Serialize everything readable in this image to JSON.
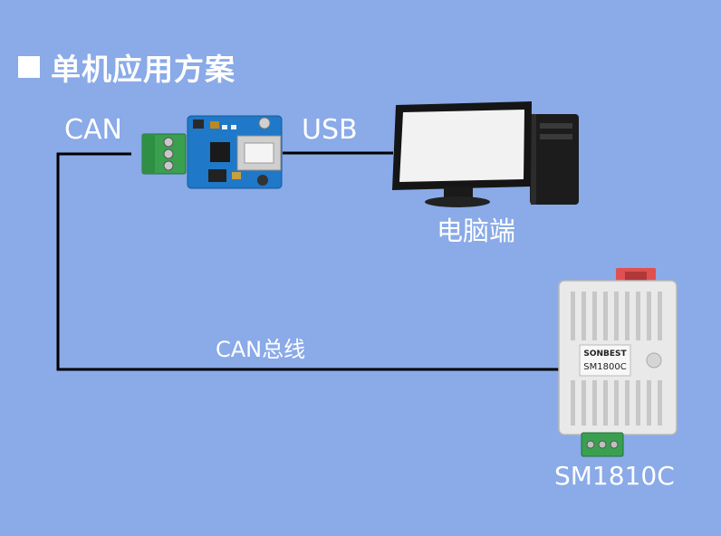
{
  "title": "单机应用方案",
  "labels": {
    "can": "CAN",
    "usb": "USB",
    "pc": "电脑端",
    "can_bus": "CAN总线",
    "device_model": "SM1810C"
  },
  "device": {
    "brand": "SONBEST",
    "model_on_label": "SM1800C"
  },
  "colors": {
    "background": "#8aaae8",
    "wire": "#000000",
    "pcb": "#1f78c8",
    "terminal": "#3aa050",
    "enclosure": "#e9e9e9",
    "tag": "#e05050"
  },
  "icons": [
    "can-usb-converter-board",
    "desktop-computer",
    "sensor-device"
  ]
}
